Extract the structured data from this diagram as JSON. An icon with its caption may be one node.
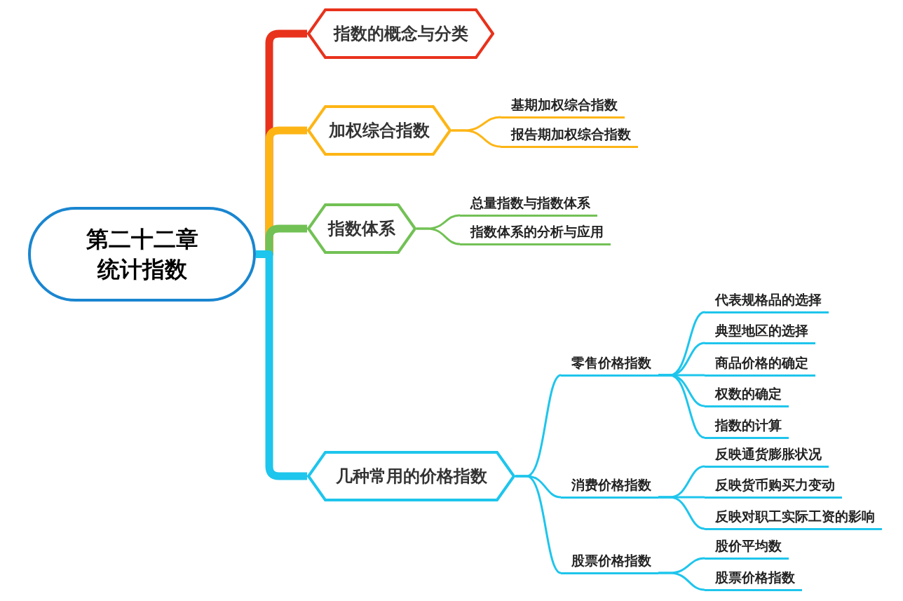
{
  "diagram": {
    "nodes": [
      {
        "text": [
          "第二十二章统计指数"
        ]
      },
      {
        "text": [
          "指数的概念与分类"
        ]
      },
      {
        "text": [
          "加权综合指数"
        ]
      },
      {
        "text": [
          "基期加权综合指数"
        ]
      },
      {
        "text": [
          "报告期加权综合指数"
        ]
      },
      {
        "text": [
          "指数体系"
        ]
      },
      {
        "text": [
          "总量指数与指数体系"
        ]
      },
      {
        "text": [
          "指数体系的分析与应用"
        ]
      },
      {
        "text": [
          "几种常用的价格指数"
        ]
      },
      {
        "text": [
          "零售价格指数"
        ]
      },
      {
        "text": [
          "代表规格品的选择"
        ]
      },
      {
        "text": [
          "典型地区的选择"
        ]
      },
      {
        "text": [
          "商品价格的确定"
        ]
      },
      {
        "text": [
          "权数的确定"
        ]
      },
      {
        "text": [
          "指数的计算"
        ]
      },
      {
        "text": [
          "消费价格指数"
        ]
      },
      {
        "text": [
          "反映通货膨胀状况"
        ]
      },
      {
        "text": [
          "反映货币购买力变动"
        ]
      },
      {
        "text": [
          "反映对职工实际工资的影响"
        ]
      },
      {
        "text": [
          "股票价格指数"
        ]
      },
      {
        "text": [
          "股价平均数"
        ]
      },
      {
        "text": [
          "股票价格指数"
        ]
      }
    ],
    "edges": [
      {
        "from": 0,
        "to": 1,
        "arrow": "none",
        "style": "thick",
        "color": "#e8321c"
      },
      {
        "from": 0,
        "to": 2,
        "arrow": "none",
        "style": "thick",
        "color": "#fdb515"
      },
      {
        "from": 0,
        "to": 5,
        "arrow": "none",
        "style": "thick",
        "color": "#72c155"
      },
      {
        "from": 0,
        "to": 8,
        "arrow": "none",
        "style": "thick"
      },
      {
        "from": 2,
        "to": 3,
        "arrow": "none",
        "color": "#fdb515"
      },
      {
        "from": 2,
        "to": 4,
        "arrow": "none",
        "color": "#fdb515"
      },
      {
        "from": 5,
        "to": 6,
        "arrow": "none",
        "color": "#72c155"
      },
      {
        "from": 5,
        "to": 7,
        "arrow": "none",
        "color": "#72c155"
      },
      {
        "from": 8,
        "to": 9,
        "arrow": "none"
      },
      {
        "from": 8,
        "to": 15,
        "arrow": "none"
      },
      {
        "from": 8,
        "to": 19,
        "arrow": "none"
      },
      {
        "from": 9,
        "to": 10,
        "arrow": "none"
      },
      {
        "from": 9,
        "to": 11,
        "arrow": "none"
      },
      {
        "from": 9,
        "to": 12,
        "arrow": "none"
      },
      {
        "from": 9,
        "to": 13,
        "arrow": "none"
      },
      {
        "from": 9,
        "to": 14,
        "arrow": "none"
      },
      {
        "from": 15,
        "to": 16,
        "arrow": "none"
      },
      {
        "from": 15,
        "to": 17,
        "arrow": "none"
      },
      {
        "from": 15,
        "to": 18,
        "arrow": "none"
      },
      {
        "from": 19,
        "to": 20,
        "arrow": "none"
      },
      {
        "from": 19,
        "to": 21,
        "arrow": "none"
      }
    ]
  }
}
